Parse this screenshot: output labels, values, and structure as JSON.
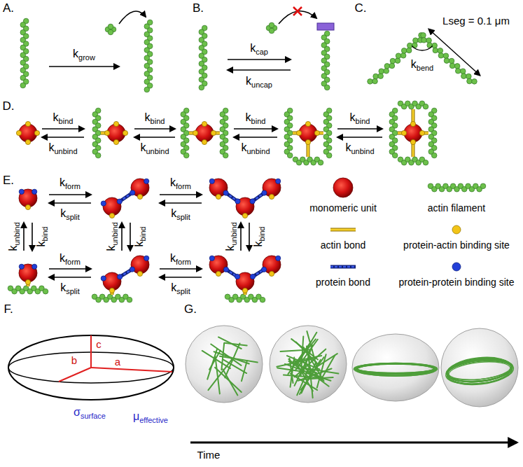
{
  "diagram": {
    "labels": [
      "A.",
      "kgrow",
      "B.",
      "kcap",
      "kuncap",
      "C.",
      "Lseg = 0.1 μm",
      "kbend",
      "D.",
      "kbind",
      "kunbind",
      "kbind",
      "kunbind",
      "kbind",
      "kunbind",
      "kbind",
      "kunbind",
      "E.",
      "kform",
      "ksplit",
      "kform",
      "ksplit",
      "kunbind",
      "kbind",
      "kunbind",
      "kbind",
      "kunbind",
      "kbind",
      "kform",
      "ksplit",
      "kform",
      "ksplit",
      "F.",
      "c",
      "b",
      "a",
      "σsurface",
      "μeffective",
      "G.",
      "Time"
    ],
    "legend": [
      {
        "text": "monomeric unit"
      },
      {
        "text": "actin filament"
      },
      {
        "text": "actin bond"
      },
      {
        "text": "protein-actin binding site"
      },
      {
        "text": "protein bond"
      },
      {
        "text": "protein-protein binding site"
      }
    ]
  }
}
